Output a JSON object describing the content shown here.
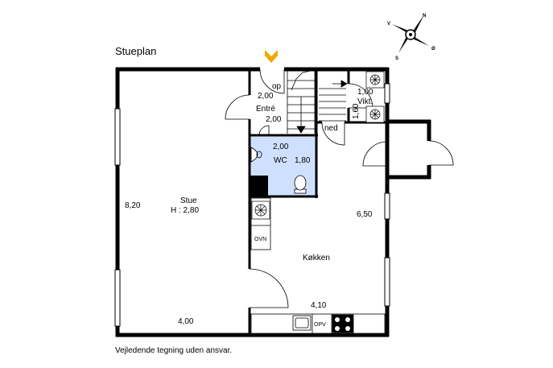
{
  "title": "Stueplan",
  "footnote": "Vejledende tegning uden ansvar.",
  "compass": {
    "n": "N",
    "v": "V",
    "s": "S",
    "o": "Ø"
  },
  "rooms": {
    "stue": {
      "name": "Stue",
      "height": "H : 2,80",
      "dim_left": "8,20",
      "dim_bottom": "4,00"
    },
    "entre": {
      "up_label": "op",
      "dim_top": "2,00",
      "name": "Entré",
      "dim_bottom": "2,00"
    },
    "wc": {
      "dim_top": "2,00",
      "name": "WC",
      "dim_right": "1,80"
    },
    "stair": {
      "down_label": "ned"
    },
    "vikt": {
      "dim": "1,00",
      "name": "Vikt.",
      "dim_side": "1,60"
    },
    "kokken": {
      "name": "Køkken",
      "dim_right": "6,50",
      "dim_bottom": "4,10",
      "oven": "OVN",
      "dishwasher": "OPV"
    }
  },
  "colors": {
    "wc_fill": "#cfe0ff",
    "entry_marker": "#f0a800",
    "wall": "#000000"
  }
}
